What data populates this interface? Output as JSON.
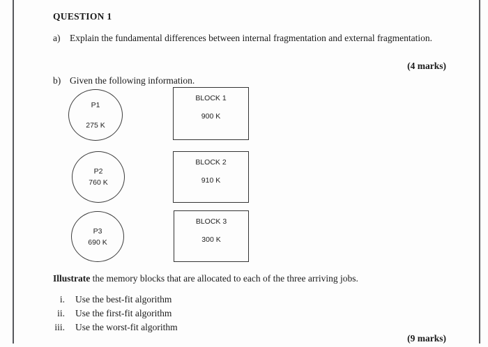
{
  "page": {
    "title": "QUESTION 1",
    "part_a": {
      "label": "a)",
      "text": "Explain the fundamental differences between internal fragmentation and external fragmentation.",
      "marks": "(4 marks)"
    },
    "part_b": {
      "label": "b)",
      "text": "Given the following information.",
      "figure": {
        "processes": [
          {
            "name": "P1",
            "size": "275 K"
          },
          {
            "name": "P2",
            "size": "760 K"
          },
          {
            "name": "P3",
            "size": "690 K"
          }
        ],
        "blocks": [
          {
            "name": "BLOCK 1",
            "size": "900 K"
          },
          {
            "name": "BLOCK 2",
            "size": "910 K"
          },
          {
            "name": "BLOCK 3",
            "size": "300 K"
          }
        ]
      },
      "instruction": {
        "bold": "Illustrate",
        "rest": " the memory blocks that are allocated to each of the three arriving jobs."
      },
      "subitems": [
        {
          "numeral": "i.",
          "text": "Use the best-fit algorithm"
        },
        {
          "numeral": "ii.",
          "text": "Use the first-fit algorithm"
        },
        {
          "numeral": "iii.",
          "text": "Use the worst-fit algorithm"
        }
      ],
      "marks": "(9 marks)"
    },
    "colors": {
      "text": "#1a1a1a",
      "page_border": "#55565a",
      "shape_stroke": "#3c3c3c"
    }
  }
}
